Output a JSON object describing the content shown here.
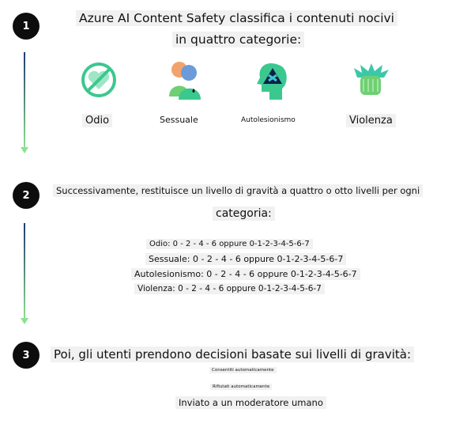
{
  "steps": [
    {
      "number": "1",
      "title_line1": "Azure AI Content Safety classifica i contenuti nocivi",
      "title_line2": "in quattro categorie:"
    },
    {
      "number": "2",
      "title_line1": "Successivamente, restituisce un livello di gravità a quattro o otto livelli per ogni",
      "title_line2": "categoria:"
    },
    {
      "number": "3",
      "title_line1": "Poi, gli utenti prendono decisioni basate sui livelli di gravità:"
    }
  ],
  "categories": [
    {
      "label": "Odio",
      "icon": "hate-icon"
    },
    {
      "label": "Sessuale",
      "icon": "sexual-icon"
    },
    {
      "label": "Autolesionismo",
      "icon": "self-harm-icon"
    },
    {
      "label": "Violenza",
      "icon": "violence-icon"
    }
  ],
  "severity_levels": [
    "Odio: 0 - 2 - 4 - 6 oppure 0-1-2-3-4-5-6-7",
    "Sessuale: 0 - 2 - 4 - 6 oppure 0-1-2-3-4-5-6-7",
    "Autolesionismo: 0 - 2 - 4 - 6 oppure 0-1-2-3-4-5-6-7",
    "Violenza: 0 - 2 - 4 - 6 oppure 0-1-2-3-4-5-6-7"
  ],
  "decisions": [
    "Consentiti automaticamente",
    "Rifiutati automaticamente",
    "Inviato a un moderatore umano"
  ],
  "colors": {
    "accent_green": "#3bc88f",
    "connector_dark": "#1f3a6e",
    "connector_light": "#8fe08f",
    "badge": "#0d0d0d"
  }
}
